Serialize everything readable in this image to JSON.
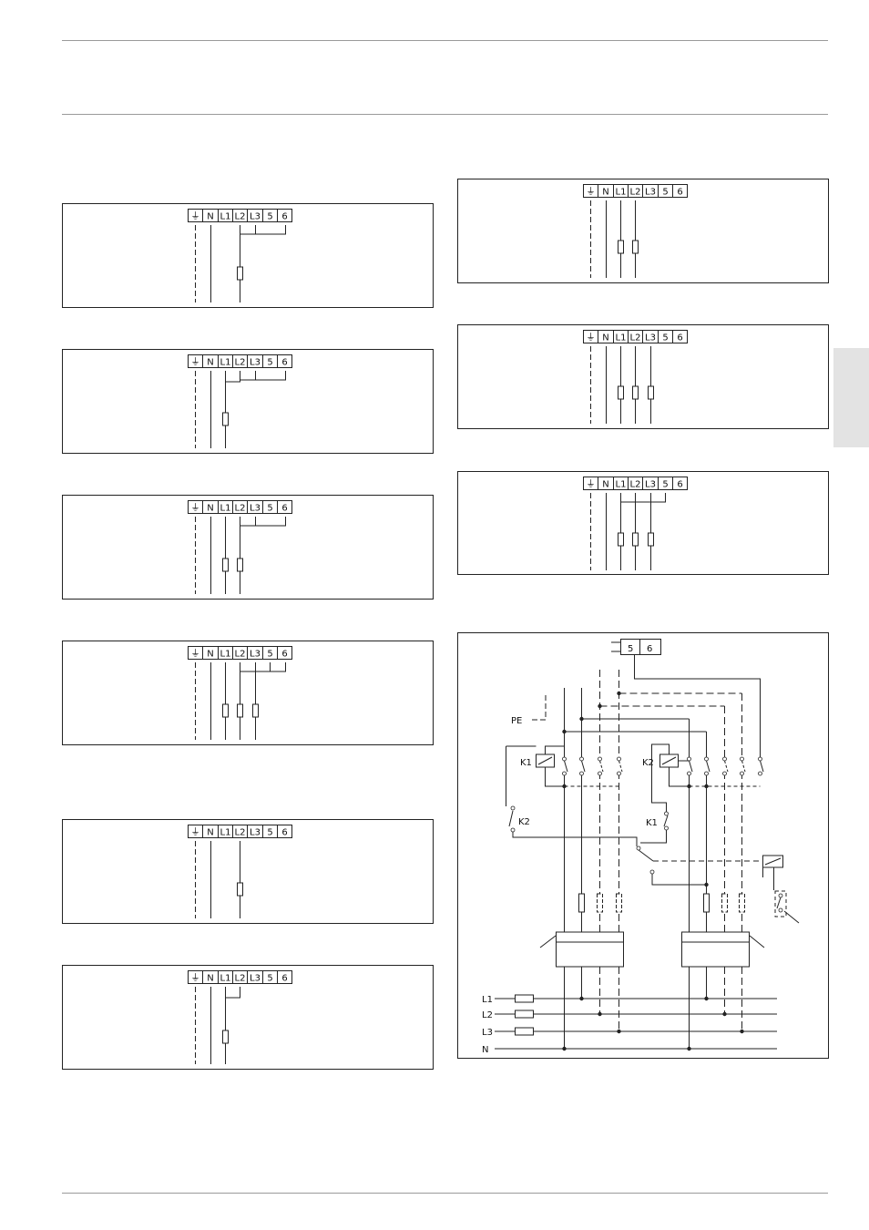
{
  "terminal_labels": [
    "⏚",
    "N",
    "L1",
    "L2",
    "L3",
    "5",
    "6"
  ],
  "diagrams": [
    {
      "id": "a"
    },
    {
      "id": "b"
    },
    {
      "id": "c"
    },
    {
      "id": "d"
    },
    {
      "id": "e"
    },
    {
      "id": "f"
    },
    {
      "id": "g"
    },
    {
      "id": "h"
    },
    {
      "id": "i"
    }
  ],
  "schematic": {
    "terminal_box": [
      "5",
      "6"
    ],
    "pe_label": "PE",
    "relay_k1": "K1",
    "relay_k2": "K2",
    "contact_k1": "K1",
    "contact_k2": "K2",
    "supply_lines": [
      "L1",
      "L2",
      "L3",
      "N"
    ]
  },
  "colors": {
    "rule": "#9a9a9a",
    "side_tab": "#e3e3e3",
    "ink": "#222222"
  }
}
